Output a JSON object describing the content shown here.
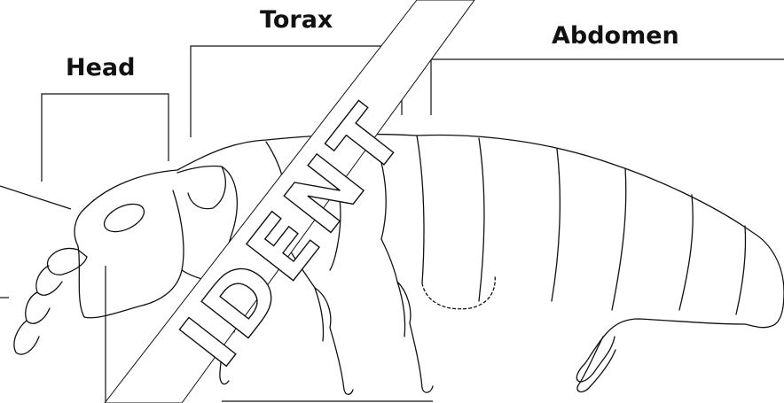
{
  "labels": {
    "head": "Head",
    "torax": "Torax",
    "abdomen": "Abdomen"
  },
  "colors": {
    "ink": "#111111",
    "watermark": "#ffffff"
  },
  "watermark_text": "IDENT"
}
